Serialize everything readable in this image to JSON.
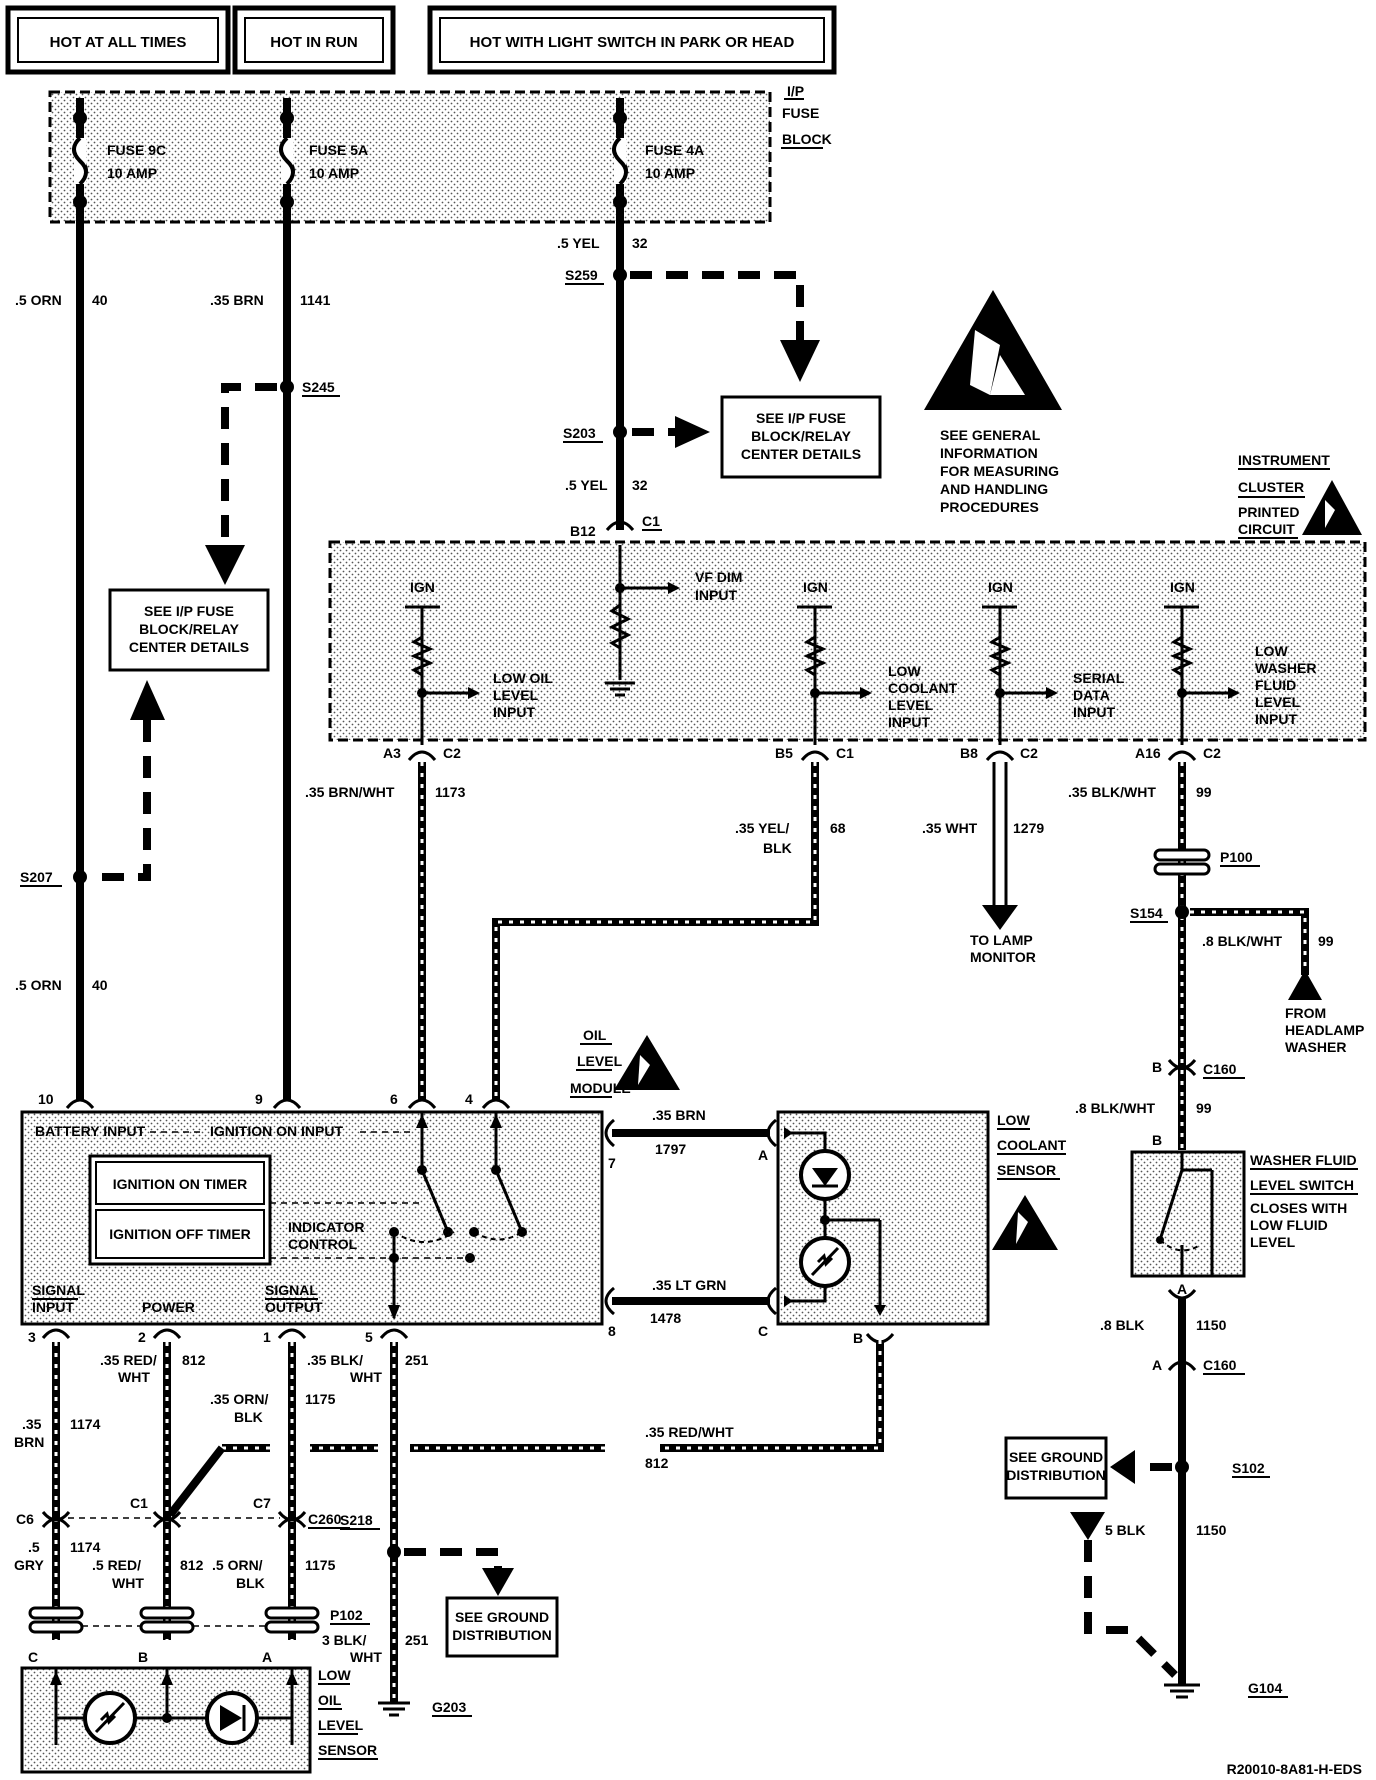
{
  "headers": {
    "hot_at_all_times": "HOT AT ALL TIMES",
    "hot_in_run": "HOT IN RUN",
    "hot_with_light_switch": "HOT WITH LIGHT SWITCH IN PARK OR HEAD"
  },
  "fuse_block": {
    "label_line1": "I/P",
    "label_line2": "FUSE",
    "label_line3": "BLOCK",
    "fuses": [
      {
        "name": "FUSE 9C",
        "rating": "10 AMP"
      },
      {
        "name": "FUSE 5A",
        "rating": "10 AMP"
      },
      {
        "name": "FUSE 4A",
        "rating": "10 AMP"
      }
    ]
  },
  "wires": {
    "orn_top": {
      "gauge": ".5 ORN",
      "circuit": "40"
    },
    "brn_top": {
      "gauge": ".35 BRN",
      "circuit": "1141"
    },
    "yel_top": {
      "gauge": ".5 YEL",
      "circuit": "32"
    },
    "yel_mid": {
      "gauge": ".5 YEL",
      "circuit": "32"
    },
    "orn_bottom": {
      "gauge": ".5 ORN",
      "circuit": "40"
    },
    "brn_wht": {
      "gauge": ".35 BRN/WHT",
      "circuit": "1173"
    },
    "yel_blk_1": ".35 YEL/",
    "yel_blk_2": "BLK",
    "yel_blk_circuit": "68",
    "wht": {
      "gauge": ".35 WHT",
      "circuit": "1279"
    },
    "blk_wht_top": {
      "gauge": ".35 BLK/WHT",
      "circuit": "99"
    },
    "blk_wht_s154": {
      "gauge": ".8 BLK/WHT",
      "circuit": "99"
    },
    "blk_wht_c160": {
      "gauge": ".8 BLK/WHT",
      "circuit": "99"
    },
    "brn_1797": {
      "gauge": ".35 BRN",
      "circuit": "1797"
    },
    "ltgrn_1478": {
      "gauge": ".35 LT GRN",
      "circuit": "1478"
    },
    "brn_1174_1": ".35",
    "brn_1174_2": "BRN",
    "brn_1174_circuit": "1174",
    "redwht_812_1": ".35 RED/",
    "redwht_812_2": "WHT",
    "redwht_812_circuit": "812",
    "blkwht_1175_1": ".35 BLK/",
    "blkwht_1175_2": "WHT",
    "blkwht_1175_circuit": "1175",
    "circuit_251": "251",
    "ornblk_1": ".35 ORN/",
    "ornblk_2": "BLK",
    "redwht_h_gauge": ".35 RED/WHT",
    "redwht_h_circuit": "812",
    "gry_1": ".5",
    "gry_2": "GRY",
    "gry_circuit": "1174",
    "redwht_p_1": ".5 RED/",
    "redwht_p_2": "WHT",
    "redwht_p_circuit": "812",
    "ornblk_p_1": ".5 ORN/",
    "ornblk_p_2": "BLK",
    "ornblk_p_circuit": "1175",
    "blkwht_3_1": "3 BLK/",
    "blkwht_3_2": "WHT",
    "circuit_251b": "251",
    "blk_1150_a": {
      "gauge": ".8 BLK",
      "circuit": "1150"
    },
    "blk_1150_b": {
      "gauge": "5 BLK",
      "circuit": "1150"
    }
  },
  "splices": {
    "s259": "S259",
    "s245": "S245",
    "s203": "S203",
    "s207": "S207",
    "s154": "S154",
    "s218": "S218",
    "s102": "S102"
  },
  "refs": {
    "fuse_details_right_1": "SEE I/P FUSE",
    "fuse_details_right_2": "BLOCK/RELAY",
    "fuse_details_right_3": "CENTER DETAILS",
    "fuse_details_left_1": "SEE I/P FUSE",
    "fuse_details_left_2": "BLOCK/RELAY",
    "fuse_details_left_3": "CENTER DETAILS",
    "esd_1": "SEE GENERAL",
    "esd_2": "INFORMATION",
    "esd_3": "FOR MEASURING",
    "esd_4": "AND HANDLING",
    "esd_5": "PROCEDURES",
    "ground_dist_1a": "SEE GROUND",
    "ground_dist_1b": "DISTRIBUTION",
    "ground_dist_2a": "SEE GROUND",
    "ground_dist_2b": "DISTRIBUTION",
    "lamp_monitor_1": "TO LAMP",
    "lamp_monitor_2": "MONITOR",
    "headlamp_1": "FROM",
    "headlamp_2": "HEADLAMP",
    "headlamp_3": "WASHER"
  },
  "cluster": {
    "label_1": "INSTRUMENT",
    "label_2": "CLUSTER",
    "label_3": "PRINTED",
    "label_4": "CIRCUIT",
    "ign": "IGN",
    "vf_dim_1": "VF DIM",
    "vf_dim_2": "INPUT",
    "low_oil_1": "LOW OIL",
    "low_oil_2": "LEVEL",
    "low_oil_3": "INPUT",
    "low_cool_1": "LOW",
    "low_cool_2": "COOLANT",
    "low_cool_3": "LEVEL",
    "low_cool_4": "INPUT",
    "serial_1": "SERIAL",
    "serial_2": "DATA",
    "serial_3": "INPUT",
    "washer_1": "LOW",
    "washer_2": "WASHER",
    "washer_3": "FLUID",
    "washer_4": "LEVEL",
    "washer_5": "INPUT"
  },
  "connectors": {
    "b12": "B12",
    "c1_top": "C1",
    "a3": "A3",
    "c2_a3": "C2",
    "b5": "B5",
    "c1_b5": "C1",
    "b8": "B8",
    "c2_b8": "C2",
    "a16": "A16",
    "c2_a16": "C2",
    "p100": "P100",
    "b_c160": "B",
    "c160_top": "C160",
    "b_switch": "B",
    "a_switch": "A",
    "a_c160": "A",
    "c160_bottom": "C160",
    "pin10": "10",
    "pin9": "9",
    "pin6": "6",
    "pin4": "4",
    "pin7": "7",
    "pin8": "8",
    "pin3": "3",
    "pin2": "2",
    "pin1": "1",
    "pin5": "5",
    "coolant_a": "A",
    "coolant_c": "C",
    "coolant_b": "B",
    "c6": "C6",
    "c1_c260": "C1",
    "c7": "C7",
    "c260": "C260",
    "p102": "P102",
    "c_sensor": "C",
    "b_sensor": "B",
    "a_sensor": "A",
    "g203": "G203",
    "g104": "G104"
  },
  "module": {
    "label_1": "OIL",
    "label_2": "LEVEL",
    "label_3": "MODULE",
    "battery_input": "BATTERY INPUT",
    "ignition_on_input": "IGNITION ON INPUT",
    "ignition_on_timer": "IGNITION ON TIMER",
    "ignition_off_timer": "IGNITION OFF TIMER",
    "indicator_1": "INDICATOR",
    "indicator_2": "CONTROL",
    "signal_input_1": "SIGNAL",
    "signal_input_2": "INPUT",
    "power": "POWER",
    "signal_output_1": "SIGNAL",
    "signal_output_2": "OUTPUT"
  },
  "coolant_sensor": {
    "label_1": "LOW",
    "label_2": "COOLANT",
    "label_3": "SENSOR"
  },
  "washer_switch": {
    "label_1": "WASHER FLUID",
    "label_2": "LEVEL SWITCH",
    "label_3": "CLOSES WITH",
    "label_4": "LOW FLUID",
    "label_5": "LEVEL"
  },
  "oil_sensor": {
    "label_1": "LOW",
    "label_2": "OIL",
    "label_3": "LEVEL",
    "label_4": "SENSOR"
  },
  "footer": "R20010-8A81-H-EDS"
}
